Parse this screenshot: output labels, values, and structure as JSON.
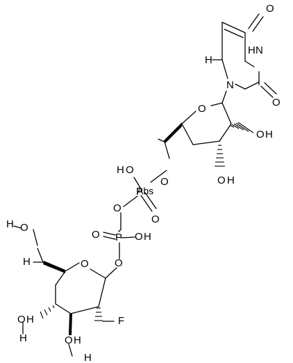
{
  "molecule": {
    "atoms": {
      "o_c4": "O",
      "hn3": "H",
      "n3": "N",
      "h6": "H",
      "n1": "N",
      "o_c2": "O",
      "o_ring_ribose": "O",
      "o_c3": "O",
      "h_c3": "H",
      "o_c2r": "O",
      "h_c2r": "H",
      "h_p1": "H",
      "o_p1": "O",
      "o5": "O",
      "p1": "P",
      "o_bridge": "O",
      "o_p1_dbl": "O",
      "p2": "P",
      "o_p2_dbl": "O",
      "o_p2": "O",
      "h_p2": "H",
      "o_anomeric": "O",
      "o_ring_sugar": "O",
      "h_o6": "H",
      "o6": "O",
      "h_c6": "H",
      "o_c4s": "O",
      "h_c4s": "H",
      "f": "F",
      "o_c3s": "O",
      "h_c3s": "H"
    },
    "labels": {
      "abs": "Abs"
    }
  }
}
